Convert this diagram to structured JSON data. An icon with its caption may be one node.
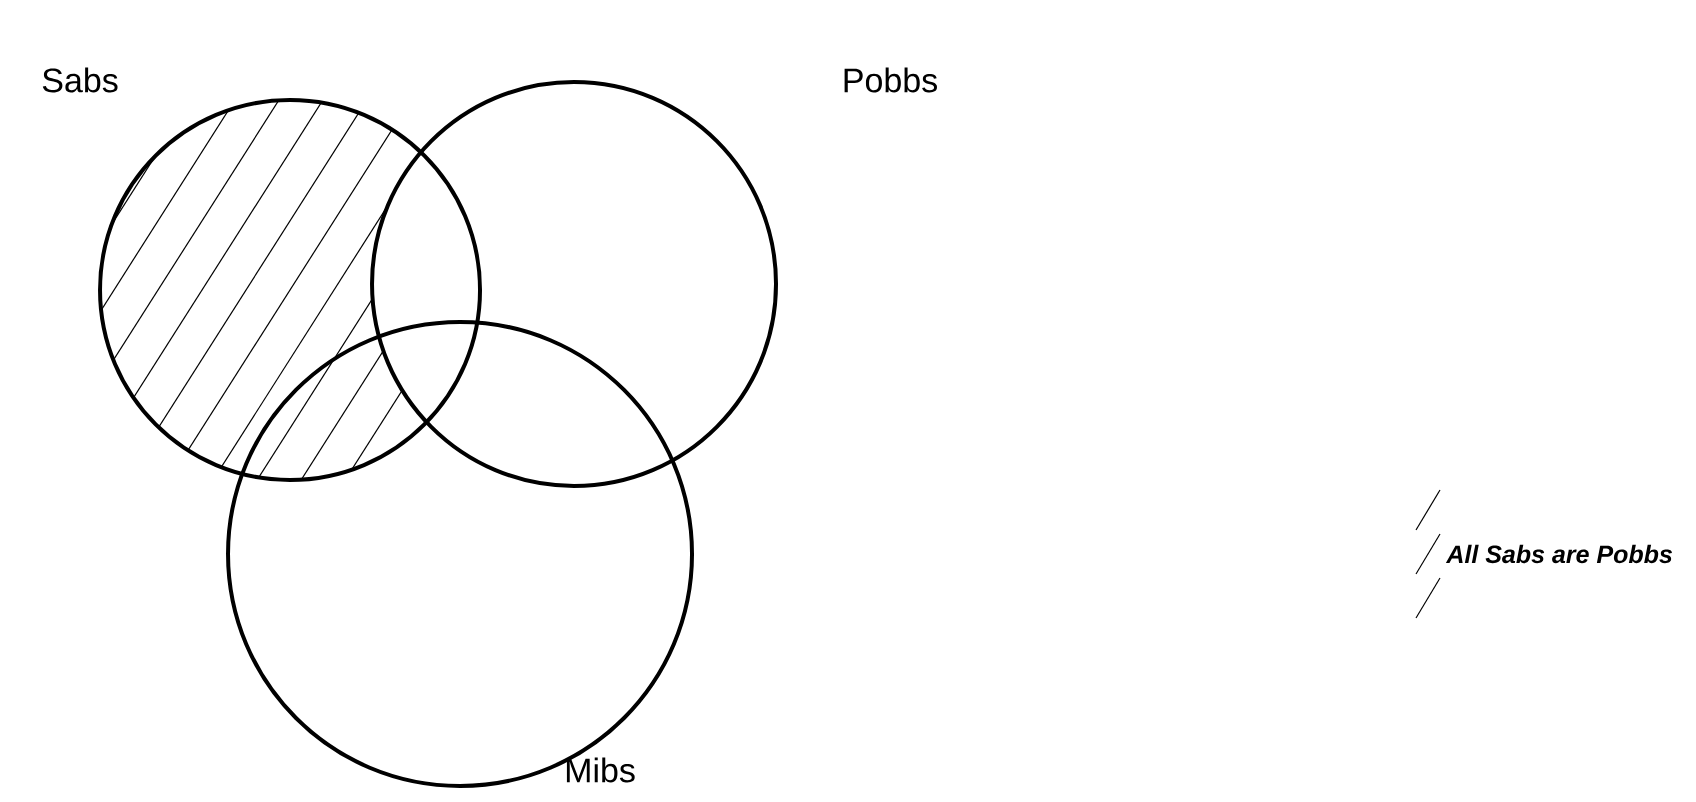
{
  "diagram": {
    "nodes": [
      {
        "text": [
          "Sabs"
        ]
      },
      {
        "text": [
          "Pobbs"
        ]
      },
      {
        "text": [
          "Mibs"
        ]
      }
    ],
    "legend": [
      {
        "text": "All Sabs are Pobbs"
      }
    ]
  }
}
